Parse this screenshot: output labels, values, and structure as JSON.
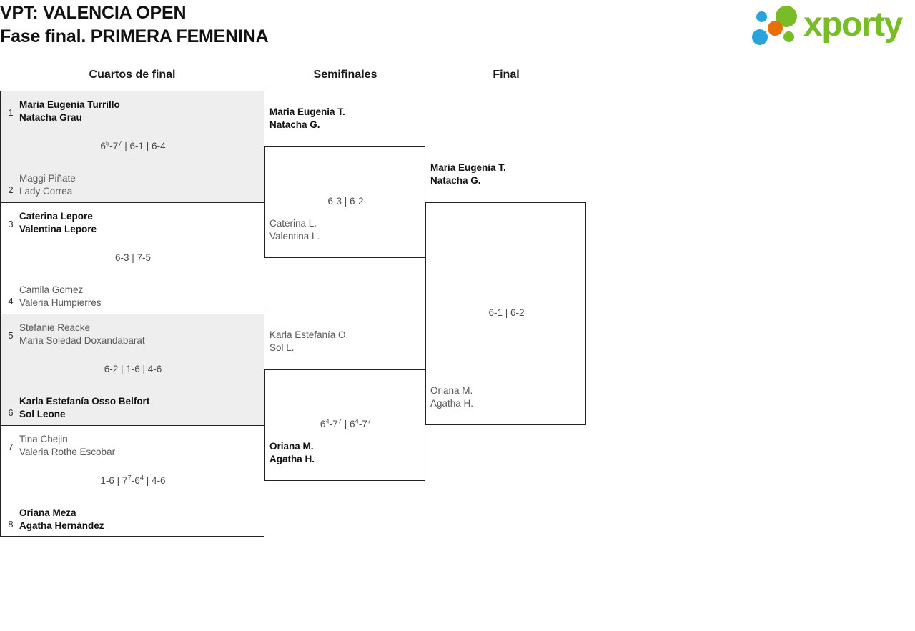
{
  "header": {
    "title_line1": "VPT: VALENCIA OPEN",
    "title_line2": "Fase final. PRIMERA FEMENINA",
    "logo_text": "xporty",
    "logo_colors": {
      "green": "#78bc27",
      "blue": "#29a3dc",
      "orange": "#e8700a"
    }
  },
  "columns": {
    "quarterfinals": "Cuartos de final",
    "semifinals": "Semifinales",
    "final": "Final"
  },
  "rounds": {
    "quarterfinals": [
      {
        "shaded": true,
        "top": {
          "seed": "1",
          "player1": "Maria Eugenia Turrillo",
          "player2": "Natacha Grau",
          "winner": true
        },
        "bottom": {
          "seed": "2",
          "player1": "Maggi Piñate",
          "player2": "Lady Correa",
          "winner": false
        },
        "score": "6⁵-7⁷ | 6-1 | 6-4",
        "score_parts": [
          {
            "games": "6",
            "tb": "5"
          },
          {
            "sep": "-"
          },
          {
            "games": "7",
            "tb": "7"
          },
          {
            "sep": " | "
          },
          {
            "games": "6-1"
          },
          {
            "sep": " | "
          },
          {
            "games": "6-4"
          }
        ]
      },
      {
        "shaded": false,
        "top": {
          "seed": "3",
          "player1": "Caterina Lepore",
          "player2": "Valentina Lepore",
          "winner": true
        },
        "bottom": {
          "seed": "4",
          "player1": "Camila Gomez",
          "player2": "Valeria Humpierres",
          "winner": false
        },
        "score": "6-3 | 7-5"
      },
      {
        "shaded": true,
        "top": {
          "seed": "5",
          "player1": "Stefanie Reacke",
          "player2": "Maria Soledad Doxandabarat",
          "winner": false
        },
        "bottom": {
          "seed": "6",
          "player1": "Karla Estefanía Osso Belfort",
          "player2": "Sol Leone",
          "winner": true
        },
        "score": "6-2 | 1-6 | 4-6"
      },
      {
        "shaded": false,
        "top": {
          "seed": "7",
          "player1": "Tina Chejin",
          "player2": "Valeria Rothe Escobar",
          "winner": false
        },
        "bottom": {
          "seed": "8",
          "player1": "Oriana Meza",
          "player2": "Agatha Hernández",
          "winner": true
        },
        "score": "1-6 | 7⁷-6⁴ | 4-6"
      }
    ],
    "semifinals": [
      {
        "top": {
          "player1": "Maria Eugenia T.",
          "player2": "Natacha G.",
          "winner": true
        },
        "bottom": {
          "player1": "Caterina L.",
          "player2": "Valentina L.",
          "winner": false
        },
        "score": "6-3 | 6-2"
      },
      {
        "top": {
          "player1": "Karla Estefanía O.",
          "player2": "Sol L.",
          "winner": false
        },
        "bottom": {
          "player1": "Oriana M.",
          "player2": "Agatha H.",
          "winner": true
        },
        "score": "6⁴-7⁷ | 6⁴-7⁷"
      }
    ],
    "final": [
      {
        "top": {
          "player1": "Maria Eugenia T.",
          "player2": "Natacha G.",
          "winner": true
        },
        "bottom": {
          "player1": "Oriana M.",
          "player2": "Agatha H.",
          "winner": false
        },
        "score": "6-1 | 6-2"
      }
    ]
  },
  "scores_markup": {
    "qf0": "6<sup>5</sup>-7<sup>7</sup> | 6-1 | 6-4",
    "qf1": "6-3 | 7-5",
    "qf2": "6-2 | 1-6 | 4-6",
    "qf3": "1-6 | 7<sup>7</sup>-6<sup>4</sup> | 4-6",
    "sf0": "6-3 | 6-2",
    "sf1": "6<sup>4</sup>-7<sup>7</sup> | 6<sup>4</sup>-7<sup>7</sup>",
    "f0": "6-1 | 6-2"
  }
}
